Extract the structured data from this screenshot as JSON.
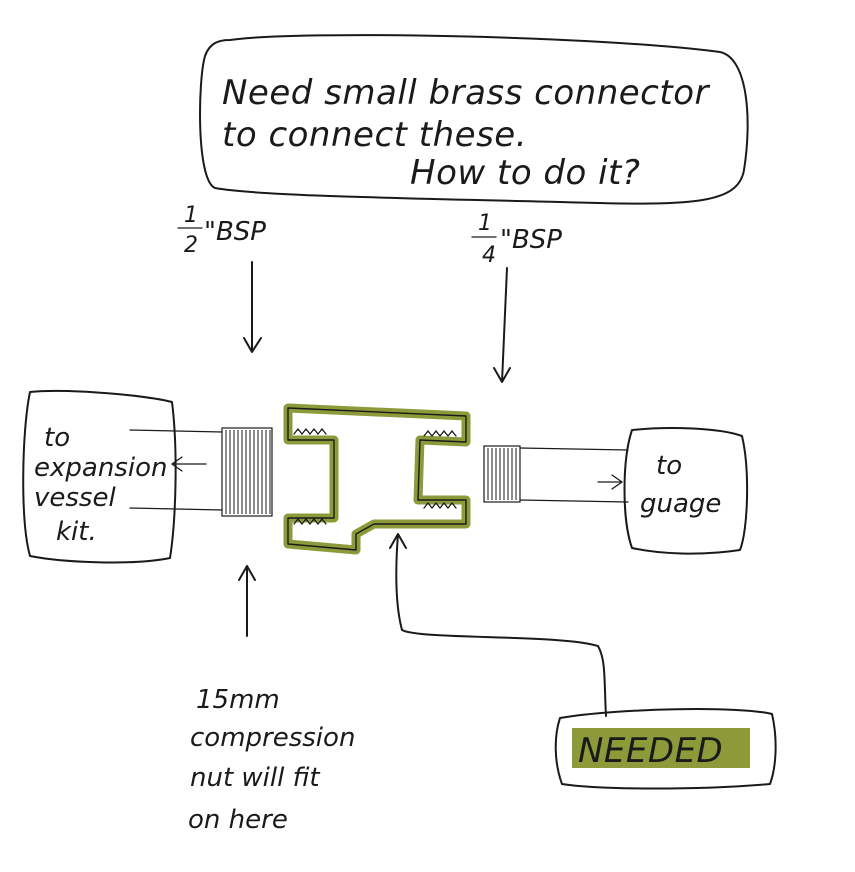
{
  "note_bubble": {
    "line1": "Need small brass connector",
    "line2": "to connect these.",
    "line3": "How to do it?"
  },
  "left_thread": {
    "numerator": "1",
    "denominator": "2",
    "unit": "\"BSP"
  },
  "right_thread": {
    "numerator": "1",
    "denominator": "4",
    "unit": "\"BSP"
  },
  "left_box": {
    "lines": [
      "to",
      "expansion",
      "vessel",
      "kit."
    ]
  },
  "right_box": {
    "lines": [
      "to",
      "guage"
    ]
  },
  "bottom_note": {
    "lines": [
      "15mm",
      "compression",
      "nut will fit",
      "on here"
    ]
  },
  "needed_label": "NEEDED",
  "colors": {
    "ink": "#1a1a1a",
    "highlight": "#8c9a3a",
    "paper": "#ffffff"
  }
}
